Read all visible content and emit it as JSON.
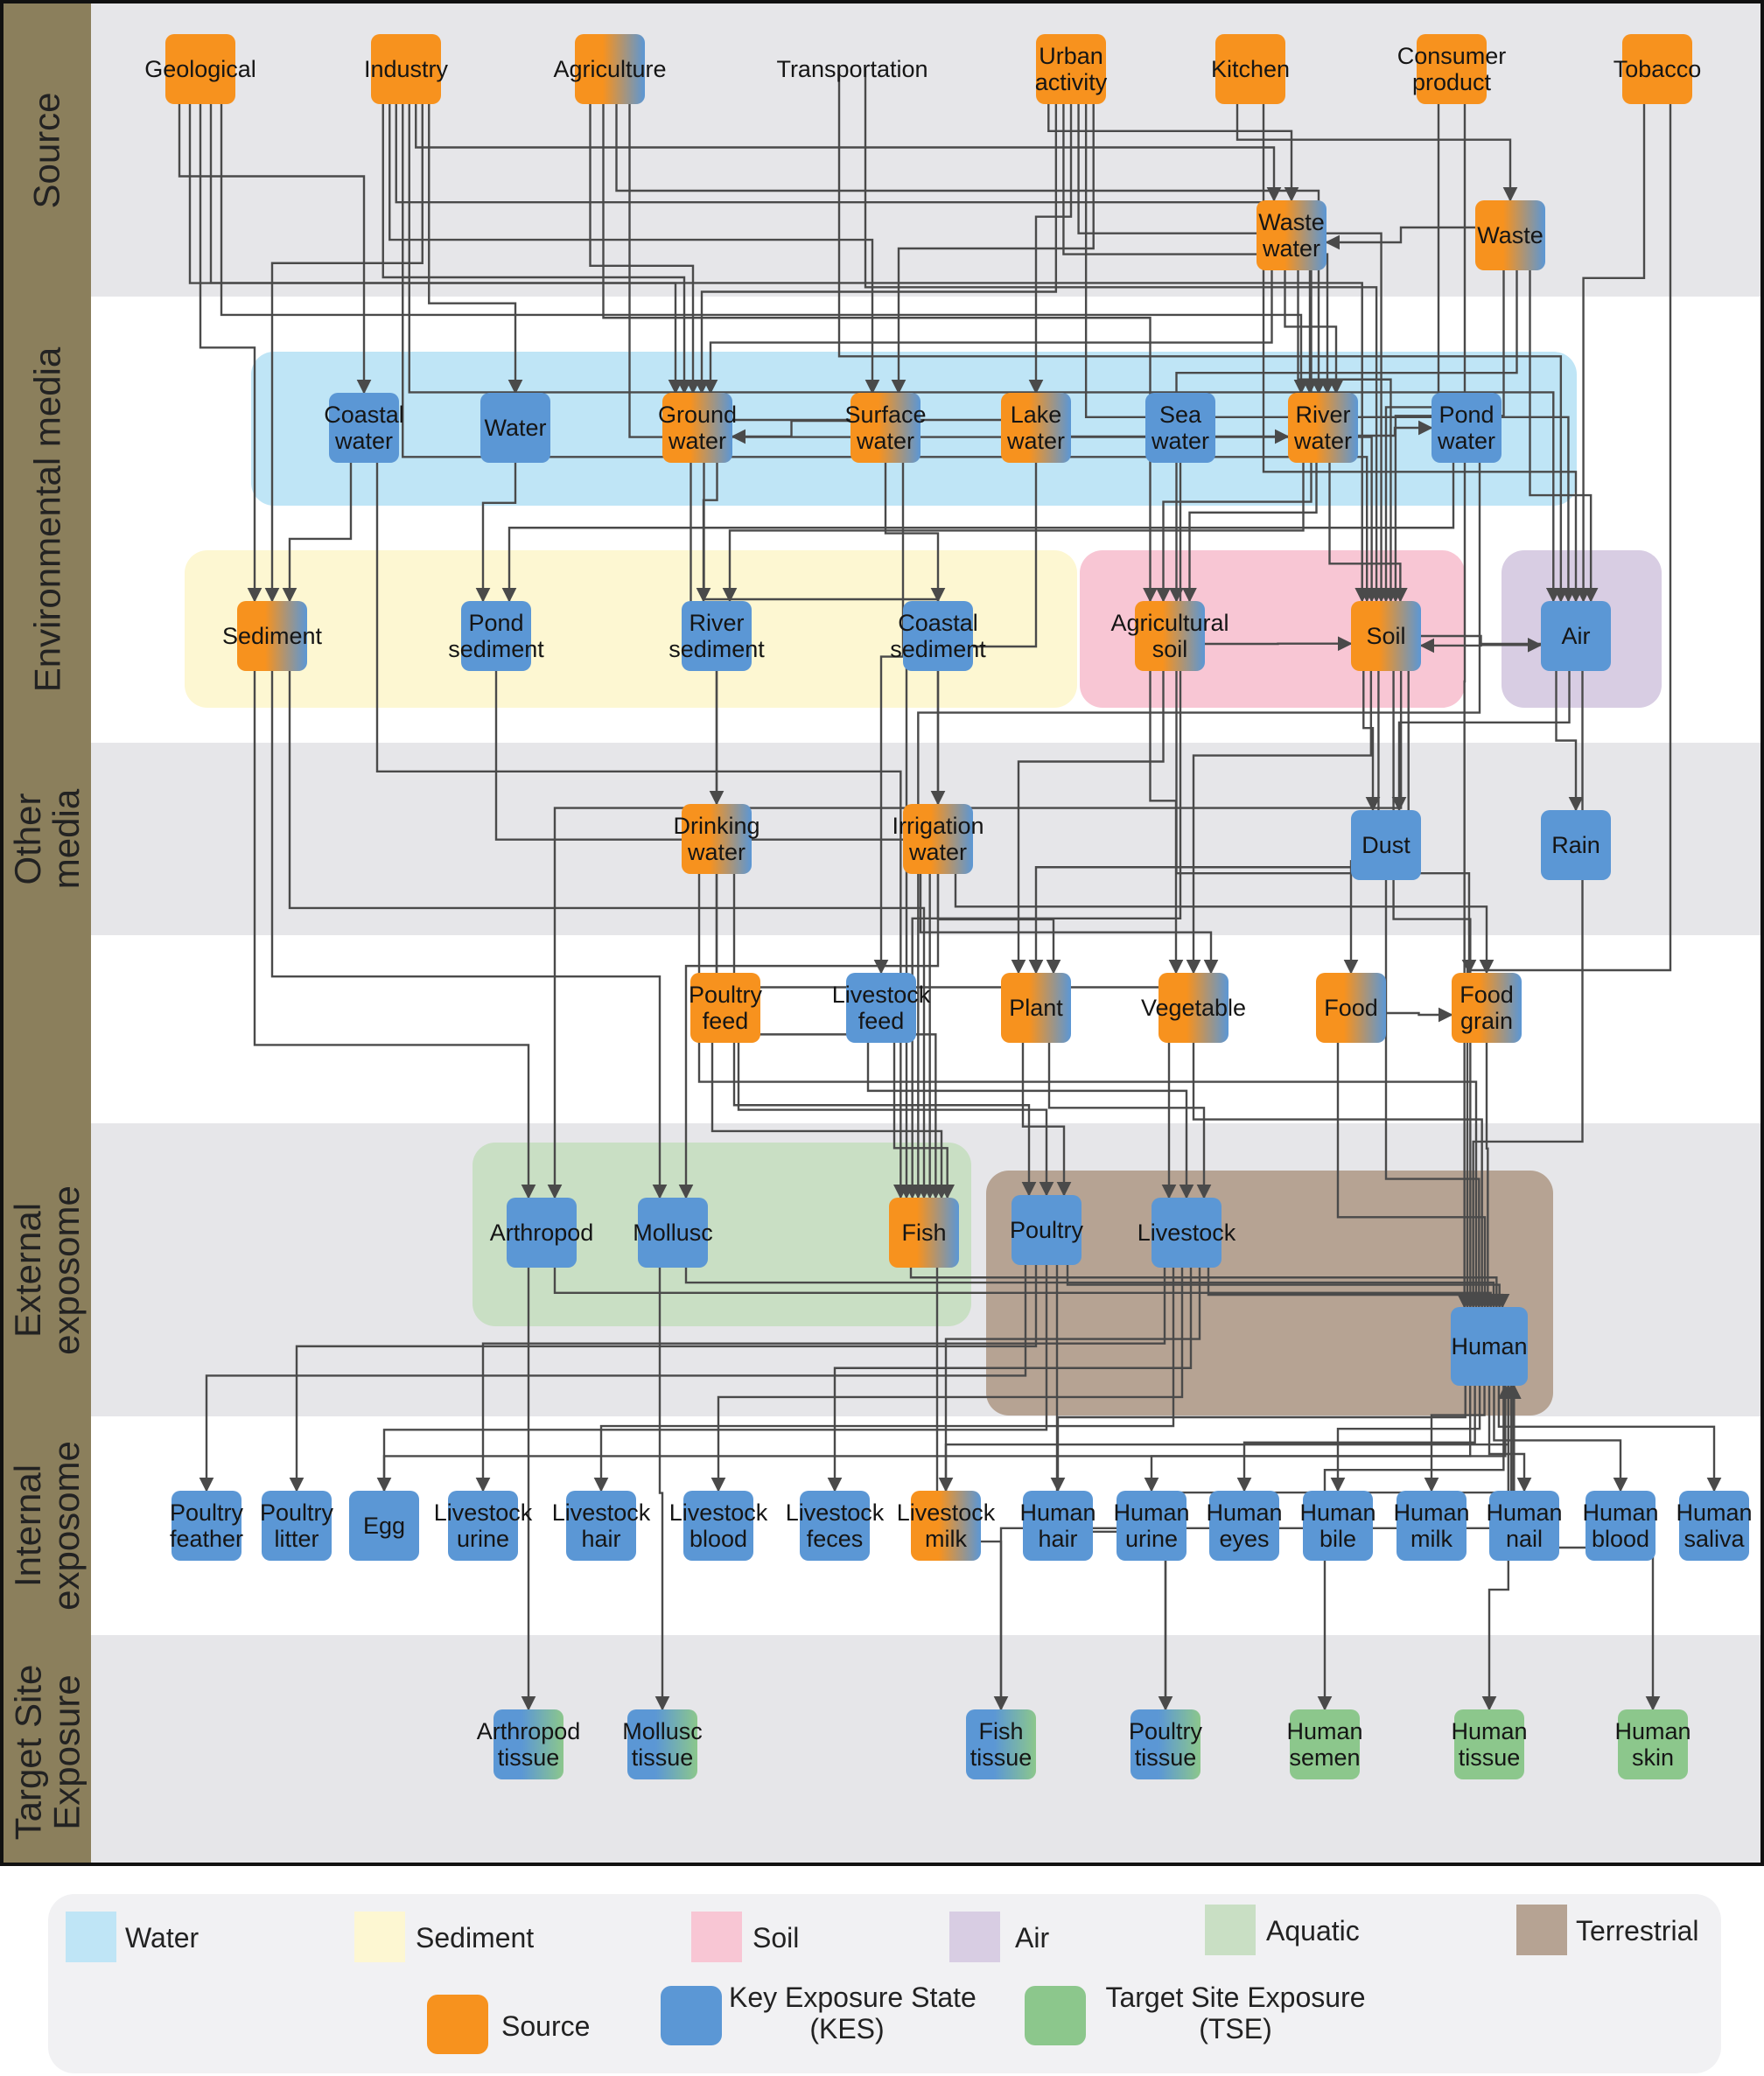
{
  "stages": [
    {
      "id": "source",
      "label": "Source"
    },
    {
      "id": "env",
      "label": "Environmental media"
    },
    {
      "id": "other",
      "label": "Other\nmedia"
    },
    {
      "id": "external",
      "label": "External\nexposome"
    },
    {
      "id": "internal",
      "label": "Internal\nexposome"
    },
    {
      "id": "target",
      "label": "Target Site\nExposure"
    }
  ],
  "nodes": [
    {
      "id": "geological",
      "label": "Geological",
      "type": "source"
    },
    {
      "id": "industry",
      "label": "Industry",
      "type": "source"
    },
    {
      "id": "agriculture",
      "label": "Agriculture",
      "type": "source-kes"
    },
    {
      "id": "transportation",
      "label": "Transportation",
      "type": "none"
    },
    {
      "id": "urban",
      "label": "Urban\nactivity",
      "type": "source"
    },
    {
      "id": "kitchen",
      "label": "Kitchen",
      "type": "source"
    },
    {
      "id": "consumer",
      "label": "Consumer\nproduct",
      "type": "source"
    },
    {
      "id": "tobacco",
      "label": "Tobacco",
      "type": "source"
    },
    {
      "id": "wastewater",
      "label": "Waste\nwater",
      "type": "source-kes"
    },
    {
      "id": "waste",
      "label": "Waste",
      "type": "source-kes"
    },
    {
      "id": "coastal_water",
      "label": "Coastal\nwater",
      "type": "kes"
    },
    {
      "id": "water",
      "label": "Water",
      "type": "kes"
    },
    {
      "id": "ground_water",
      "label": "Ground\nwater",
      "type": "source-kes"
    },
    {
      "id": "surface_water",
      "label": "Surface\nwater",
      "type": "source-kes"
    },
    {
      "id": "lake_water",
      "label": "Lake\nwater",
      "type": "source-kes"
    },
    {
      "id": "sea_water",
      "label": "Sea\nwater",
      "type": "kes"
    },
    {
      "id": "river_water",
      "label": "River\nwater",
      "type": "source-kes"
    },
    {
      "id": "pond_water",
      "label": "Pond\nwater",
      "type": "kes"
    },
    {
      "id": "sediment",
      "label": "Sediment",
      "type": "source-kes"
    },
    {
      "id": "pond_sediment",
      "label": "Pond\nsediment",
      "type": "kes"
    },
    {
      "id": "river_sediment",
      "label": "River\nsediment",
      "type": "kes"
    },
    {
      "id": "coastal_sediment",
      "label": "Coastal\nsediment",
      "type": "kes"
    },
    {
      "id": "agri_soil",
      "label": "Agricultural\nsoil",
      "type": "source-kes"
    },
    {
      "id": "soil",
      "label": "Soil",
      "type": "source-kes"
    },
    {
      "id": "air",
      "label": "Air",
      "type": "kes"
    },
    {
      "id": "drinking_water",
      "label": "Drinking\nwater",
      "type": "source-kes"
    },
    {
      "id": "irrigation_water",
      "label": "Irrigation\nwater",
      "type": "source-kes"
    },
    {
      "id": "dust",
      "label": "Dust",
      "type": "kes"
    },
    {
      "id": "rain",
      "label": "Rain",
      "type": "kes"
    },
    {
      "id": "poultry_feed",
      "label": "Poultry\nfeed",
      "type": "source"
    },
    {
      "id": "livestock_feed",
      "label": "Livestock\nfeed",
      "type": "kes"
    },
    {
      "id": "plant",
      "label": "Plant",
      "type": "source-kes"
    },
    {
      "id": "vegetable",
      "label": "Vegetable",
      "type": "source-kes"
    },
    {
      "id": "food",
      "label": "Food",
      "type": "source-kes"
    },
    {
      "id": "food_grain",
      "label": "Food\ngrain",
      "type": "source-kes"
    },
    {
      "id": "arthropod",
      "label": "Arthropod",
      "type": "kes"
    },
    {
      "id": "mollusc",
      "label": "Mollusc",
      "type": "kes"
    },
    {
      "id": "fish",
      "label": "Fish",
      "type": "source-kes"
    },
    {
      "id": "poultry",
      "label": "Poultry",
      "type": "kes"
    },
    {
      "id": "livestock",
      "label": "Livestock",
      "type": "kes"
    },
    {
      "id": "human",
      "label": "Human",
      "type": "kes"
    },
    {
      "id": "poultry_feather",
      "label": "Poultry\nfeather",
      "type": "kes"
    },
    {
      "id": "poultry_litter",
      "label": "Poultry\nlitter",
      "type": "kes"
    },
    {
      "id": "egg",
      "label": "Egg",
      "type": "kes"
    },
    {
      "id": "livestock_urine",
      "label": "Livestock\nurine",
      "type": "kes"
    },
    {
      "id": "livestock_hair",
      "label": "Livestock\nhair",
      "type": "kes"
    },
    {
      "id": "livestock_blood",
      "label": "Livestock\nblood",
      "type": "kes"
    },
    {
      "id": "livestock_feces",
      "label": "Livestock\nfeces",
      "type": "kes"
    },
    {
      "id": "livestock_milk",
      "label": "Livestock\nmilk",
      "type": "source-kes"
    },
    {
      "id": "human_hair",
      "label": "Human\nhair",
      "type": "kes"
    },
    {
      "id": "human_urine",
      "label": "Human\nurine",
      "type": "kes"
    },
    {
      "id": "human_eyes",
      "label": "Human\neyes",
      "type": "kes"
    },
    {
      "id": "human_bile",
      "label": "Human\nbile",
      "type": "kes"
    },
    {
      "id": "human_milk",
      "label": "Human\nmilk",
      "type": "kes"
    },
    {
      "id": "human_nail",
      "label": "Human\nnail",
      "type": "kes"
    },
    {
      "id": "human_blood",
      "label": "Human\nblood",
      "type": "kes"
    },
    {
      "id": "human_saliva",
      "label": "Human\nsaliva",
      "type": "kes"
    },
    {
      "id": "arthropod_tissue",
      "label": "Arthropod\ntissue",
      "type": "kes-tse"
    },
    {
      "id": "mollusc_tissue",
      "label": "Mollusc\ntissue",
      "type": "kes-tse"
    },
    {
      "id": "fish_tissue",
      "label": "Fish\ntissue",
      "type": "kes-tse"
    },
    {
      "id": "poultry_tissue",
      "label": "Poultry\ntissue",
      "type": "kes-tse"
    },
    {
      "id": "human_semen",
      "label": "Human\nsemen",
      "type": "tse"
    },
    {
      "id": "human_tissue",
      "label": "Human\ntissue",
      "type": "tse"
    },
    {
      "id": "human_skin",
      "label": "Human\nskin",
      "type": "tse"
    }
  ],
  "edges": [
    [
      "geological",
      "coastal_water"
    ],
    [
      "geological",
      "ground_water"
    ],
    [
      "geological",
      "sediment"
    ],
    [
      "geological",
      "soil"
    ],
    [
      "geological",
      "river_water"
    ],
    [
      "industry",
      "ground_water"
    ],
    [
      "industry",
      "surface_water"
    ],
    [
      "industry",
      "river_water"
    ],
    [
      "industry",
      "soil"
    ],
    [
      "industry",
      "air"
    ],
    [
      "industry",
      "wastewater"
    ],
    [
      "industry",
      "sediment"
    ],
    [
      "industry",
      "water"
    ],
    [
      "agriculture",
      "ground_water"
    ],
    [
      "agriculture",
      "agri_soil"
    ],
    [
      "agriculture",
      "river_water"
    ],
    [
      "agriculture",
      "soil"
    ],
    [
      "transportation",
      "air"
    ],
    [
      "transportation",
      "soil"
    ],
    [
      "urban",
      "wastewater"
    ],
    [
      "urban",
      "ground_water"
    ],
    [
      "urban",
      "river_water"
    ],
    [
      "urban",
      "lake_water"
    ],
    [
      "urban",
      "soil"
    ],
    [
      "urban",
      "air"
    ],
    [
      "urban",
      "surface_water"
    ],
    [
      "kitchen",
      "waste"
    ],
    [
      "kitchen",
      "air"
    ],
    [
      "consumer",
      "soil"
    ],
    [
      "consumer",
      "human"
    ],
    [
      "tobacco",
      "air"
    ],
    [
      "tobacco",
      "human"
    ],
    [
      "wastewater",
      "ground_water"
    ],
    [
      "wastewater",
      "river_water"
    ],
    [
      "wastewater",
      "soil"
    ],
    [
      "wastewater",
      "agri_soil"
    ],
    [
      "waste",
      "wastewater"
    ],
    [
      "waste",
      "soil"
    ],
    [
      "waste",
      "agri_soil"
    ],
    [
      "waste",
      "air"
    ],
    [
      "coastal_water",
      "sediment"
    ],
    [
      "coastal_water",
      "fish"
    ],
    [
      "water",
      "pond_sediment"
    ],
    [
      "ground_water",
      "river_water"
    ],
    [
      "ground_water",
      "drinking_water"
    ],
    [
      "ground_water",
      "irrigation_water"
    ],
    [
      "ground_water",
      "river_sediment"
    ],
    [
      "surface_water",
      "ground_water"
    ],
    [
      "surface_water",
      "coastal_sediment"
    ],
    [
      "surface_water",
      "livestock_feed"
    ],
    [
      "lake_water",
      "fish"
    ],
    [
      "sea_water",
      "fish"
    ],
    [
      "river_water",
      "river_sediment"
    ],
    [
      "river_water",
      "agri_soil"
    ],
    [
      "river_water",
      "soil"
    ],
    [
      "river_water",
      "pond_water"
    ],
    [
      "pond_water",
      "pond_sediment"
    ],
    [
      "pond_water",
      "fish"
    ],
    [
      "sediment",
      "arthropod"
    ],
    [
      "sediment",
      "mollusc"
    ],
    [
      "sediment",
      "fish"
    ],
    [
      "pond_sediment",
      "fish"
    ],
    [
      "river_sediment",
      "fish"
    ],
    [
      "coastal_sediment",
      "mollusc"
    ],
    [
      "agri_soil",
      "vegetable"
    ],
    [
      "agri_soil",
      "plant"
    ],
    [
      "agri_soil",
      "food_grain"
    ],
    [
      "agri_soil",
      "soil"
    ],
    [
      "soil",
      "dust"
    ],
    [
      "soil",
      "vegetable"
    ],
    [
      "soil",
      "plant"
    ],
    [
      "soil",
      "air"
    ],
    [
      "soil",
      "human"
    ],
    [
      "soil",
      "arthropod"
    ],
    [
      "soil",
      "food"
    ],
    [
      "air",
      "rain"
    ],
    [
      "air",
      "dust"
    ],
    [
      "air",
      "human"
    ],
    [
      "air",
      "soil"
    ],
    [
      "drinking_water",
      "human"
    ],
    [
      "drinking_water",
      "livestock"
    ],
    [
      "drinking_water",
      "poultry"
    ],
    [
      "irrigation_water",
      "vegetable"
    ],
    [
      "irrigation_water",
      "plant"
    ],
    [
      "irrigation_water",
      "food_grain"
    ],
    [
      "dust",
      "human"
    ],
    [
      "poultry_feed",
      "fish"
    ],
    [
      "poultry_feed",
      "poultry"
    ],
    [
      "livestock_feed",
      "livestock"
    ],
    [
      "livestock_feed",
      "fish"
    ],
    [
      "plant",
      "poultry"
    ],
    [
      "plant",
      "livestock"
    ],
    [
      "vegetable",
      "human"
    ],
    [
      "food",
      "human"
    ],
    [
      "food",
      "food_grain"
    ],
    [
      "food_grain",
      "human"
    ],
    [
      "arthropod",
      "arthropod_tissue"
    ],
    [
      "arthropod",
      "human"
    ],
    [
      "mollusc",
      "mollusc_tissue"
    ],
    [
      "mollusc",
      "human"
    ],
    [
      "fish",
      "human"
    ],
    [
      "fish",
      "fish_tissue"
    ],
    [
      "poultry",
      "poultry_feather"
    ],
    [
      "poultry",
      "poultry_litter"
    ],
    [
      "poultry",
      "egg"
    ],
    [
      "poultry",
      "poultry_tissue"
    ],
    [
      "poultry",
      "human"
    ],
    [
      "livestock",
      "livestock_urine"
    ],
    [
      "livestock",
      "livestock_hair"
    ],
    [
      "livestock",
      "livestock_blood"
    ],
    [
      "livestock",
      "livestock_feces"
    ],
    [
      "livestock",
      "livestock_milk"
    ],
    [
      "livestock",
      "human"
    ],
    [
      "egg",
      "human"
    ],
    [
      "livestock_milk",
      "human"
    ],
    [
      "human",
      "human_hair"
    ],
    [
      "human",
      "human_urine"
    ],
    [
      "human",
      "human_eyes"
    ],
    [
      "human",
      "human_bile"
    ],
    [
      "human",
      "human_milk"
    ],
    [
      "human",
      "human_nail"
    ],
    [
      "human",
      "human_blood"
    ],
    [
      "human",
      "human_saliva"
    ],
    [
      "human",
      "human_semen"
    ],
    [
      "human",
      "human_tissue"
    ],
    [
      "human",
      "human_skin"
    ],
    [
      "fish_tissue",
      "human"
    ],
    [
      "poultry_tissue",
      "human"
    ]
  ],
  "legend": {
    "groups": [
      {
        "label": "Water",
        "color": "#bfe5f6"
      },
      {
        "label": "Sediment",
        "color": "#fdf7d2"
      },
      {
        "label": "Soil",
        "color": "#f8c6d4"
      },
      {
        "label": "Air",
        "color": "#d8cde3"
      },
      {
        "label": "Aquatic",
        "color": "#c9dfc4"
      },
      {
        "label": "Terrestrial",
        "color": "#b6a393"
      }
    ],
    "states": [
      {
        "label": "Source",
        "color": "#f7921e"
      },
      {
        "label": "Key Exposure State\n(KES)",
        "color": "#5b97d5"
      },
      {
        "label": "Target Site Exposure\n(TSE)",
        "color": "#8cc78c"
      }
    ]
  },
  "colors": {
    "source": "#f7921e",
    "kes": "#5b97d5",
    "tse": "#8cc78c",
    "sidebar": "#8b7f5c",
    "band_grey": "#e6e6e9",
    "band_white": "#ffffff",
    "edge": "#4a4a4a"
  }
}
